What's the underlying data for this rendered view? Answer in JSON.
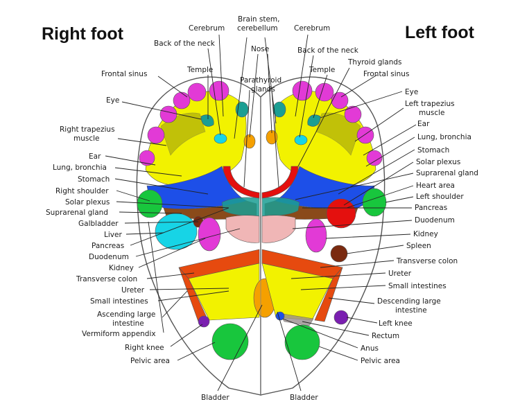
{
  "titles": {
    "right_foot": "Right foot",
    "left_foot": "Left foot"
  },
  "labels": {
    "brain_stem_1": "Brain stem,",
    "brain_stem_2": "cerebellum",
    "cerebrum_r": "Cerebrum",
    "cerebrum_l": "Cerebrum",
    "neck_r": "Back of the neck",
    "neck_l": "Back of the neck",
    "nose": "Nose",
    "thyroid": "Thyroid glands",
    "temple_r": "Temple",
    "temple_l": "Temple",
    "frontal_r": "Frontal sinus",
    "frontal_l": "Frontal sinus",
    "parathyroid_1": "Parathyroid",
    "parathyroid_2": "glands",
    "eye_r": "Eye",
    "eye_l": "Eye",
    "r_trap_1": "Right trapezius",
    "r_trap_2": "muscle",
    "l_trap_1": "Left trapezius",
    "l_trap_2": "muscle",
    "ear_r": "Ear",
    "ear_l": "Ear",
    "lung_r": "Lung, bronchia",
    "lung_l": "Lung, bronchia",
    "stomach_r": "Stomach",
    "stomach_l": "Stomach",
    "r_shoulder": "Right shoulder",
    "l_shoulder": "Left shoulder",
    "solar_r": "Solar plexus",
    "solar_l": "Solar plexus",
    "supra_r": "Suprarenal gland",
    "supra_l": "Suprarenal gland",
    "heart": "Heart area",
    "gall": "Galbladder",
    "pancreas_r": "Pancreas",
    "pancreas_l": "Pancreas",
    "liver": "Liver",
    "duod_r": "Duodenum",
    "duod_l": "Duodenum",
    "kidney_r": "Kidney",
    "kidney_l": "Kidney",
    "spleen": "Spleen",
    "trans_r": "Transverse colon",
    "trans_l": "Transverse colon",
    "ureter_r": "Ureter",
    "ureter_l": "Ureter",
    "small_r": "Small intestines",
    "small_l": "Small intestines",
    "asc_1": "Ascending large",
    "asc_2": "intestine",
    "desc_1": "Descending large",
    "desc_2": "intestine",
    "left_knee": "Left knee",
    "vermiform": "Vermiform appendix",
    "rectum": "Rectum",
    "right_knee": "Right knee",
    "anus": "Anus",
    "pelvic_r": "Pelvic area",
    "pelvic_l": "Pelvic area",
    "bladder_r": "Bladder",
    "bladder_l": "Bladder"
  },
  "colors": {
    "yellow": "#f2f200",
    "magenta": "#e23ad6",
    "green": "#18c63d",
    "blue": "#1d4fe8",
    "cyan": "#17d4e6",
    "teal": "#1b9e93",
    "orange": "#f5a000",
    "red": "#e4100e",
    "orange_red": "#e64a0f",
    "brown": "#8a4a1a",
    "dark_brown": "#7a2a10",
    "pink": "#f0b6b6",
    "olive": "#9a9a10",
    "purple": "#7a1fb0",
    "gray": "#9a8f8f"
  }
}
